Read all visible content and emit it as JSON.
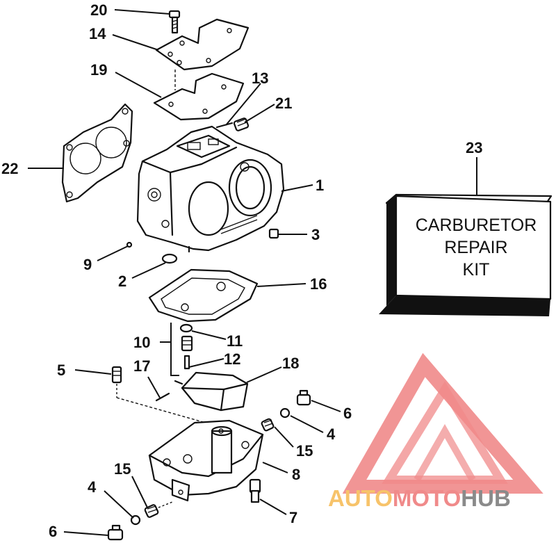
{
  "callouts": [
    {
      "id": "20",
      "label": "20"
    },
    {
      "id": "14",
      "label": "14"
    },
    {
      "id": "19",
      "label": "19"
    },
    {
      "id": "13",
      "label": "13"
    },
    {
      "id": "21",
      "label": "21"
    },
    {
      "id": "22",
      "label": "22"
    },
    {
      "id": "1",
      "label": "1"
    },
    {
      "id": "3",
      "label": "3"
    },
    {
      "id": "9",
      "label": "9"
    },
    {
      "id": "2",
      "label": "2"
    },
    {
      "id": "16",
      "label": "16"
    },
    {
      "id": "10",
      "label": "10"
    },
    {
      "id": "11",
      "label": "11"
    },
    {
      "id": "12",
      "label": "12"
    },
    {
      "id": "5",
      "label": "5"
    },
    {
      "id": "17",
      "label": "17"
    },
    {
      "id": "18",
      "label": "18"
    },
    {
      "id": "6a",
      "label": "6"
    },
    {
      "id": "4a",
      "label": "4"
    },
    {
      "id": "15a",
      "label": "15"
    },
    {
      "id": "8",
      "label": "8"
    },
    {
      "id": "15b",
      "label": "15"
    },
    {
      "id": "4b",
      "label": "4"
    },
    {
      "id": "7",
      "label": "7"
    },
    {
      "id": "6b",
      "label": "6"
    },
    {
      "id": "23",
      "label": "23"
    }
  ],
  "kit": {
    "line1": "CARBURETOR",
    "line2": "REPAIR",
    "line3": "KIT"
  },
  "logo": {
    "part1": "AUTO",
    "part2": "MOTO",
    "part3": "HUB"
  },
  "colors": {
    "ink": "#111111",
    "logo_red": "#f08a8a",
    "logo_orange": "#f7c36a",
    "logo_gray": "#8a8a8a"
  }
}
